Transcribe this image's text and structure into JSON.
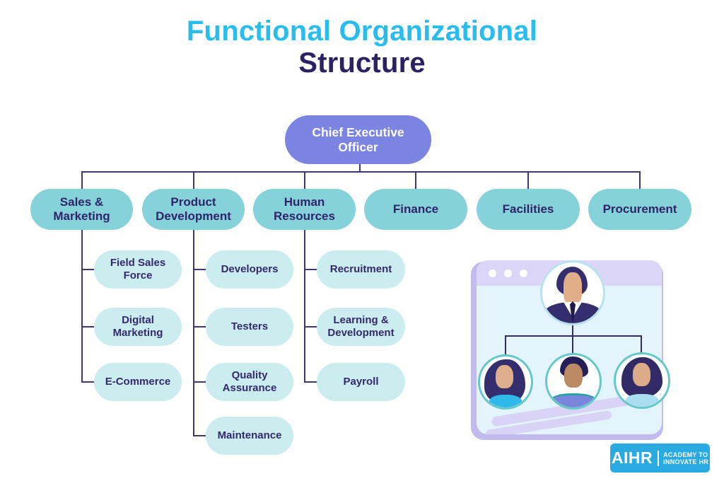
{
  "title": {
    "line1": "Functional Organizational",
    "line2": "Structure"
  },
  "org_chart": {
    "root": {
      "label": "Chief Executive Officer"
    },
    "departments": [
      {
        "label": "Sales & Marketing",
        "children": [
          "Field Sales Force",
          "Digital Marketing",
          "E-Commerce"
        ]
      },
      {
        "label": "Product Development",
        "children": [
          "Developers",
          "Testers",
          "Quality Assurance",
          "Maintenance"
        ]
      },
      {
        "label": "Human Resources",
        "children": [
          "Recruitment",
          "Learning & Development",
          "Payroll"
        ]
      },
      {
        "label": "Finance",
        "children": []
      },
      {
        "label": "Facilities",
        "children": []
      },
      {
        "label": "Procurement",
        "children": []
      }
    ]
  },
  "logo": {
    "brand": "AIHR",
    "tagline_line1": "ACADEMY TO",
    "tagline_line2": "INNOVATE HR"
  },
  "colors": {
    "title_primary": "#29bdee",
    "title_secondary": "#2b2163",
    "ceo_fill": "#7b84e0",
    "department_fill": "#85d2db",
    "sub_department_fill": "#cbedf0",
    "node_text": "#2f2468",
    "connector": "#3e3770",
    "logo_background": "#29abe2"
  }
}
